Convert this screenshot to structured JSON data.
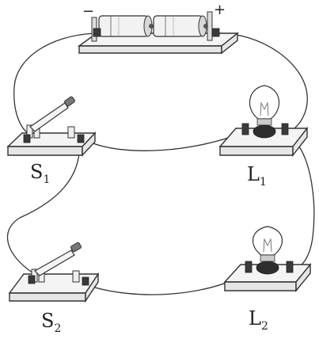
{
  "battery": {
    "negative_label": "−",
    "positive_label": "+"
  },
  "switch_1": {
    "letter": "S",
    "subscript": "1"
  },
  "switch_2": {
    "letter": "S",
    "subscript": "2"
  },
  "lamp_1": {
    "letter": "L",
    "subscript": "1"
  },
  "lamp_2": {
    "letter": "L",
    "subscript": "2"
  }
}
